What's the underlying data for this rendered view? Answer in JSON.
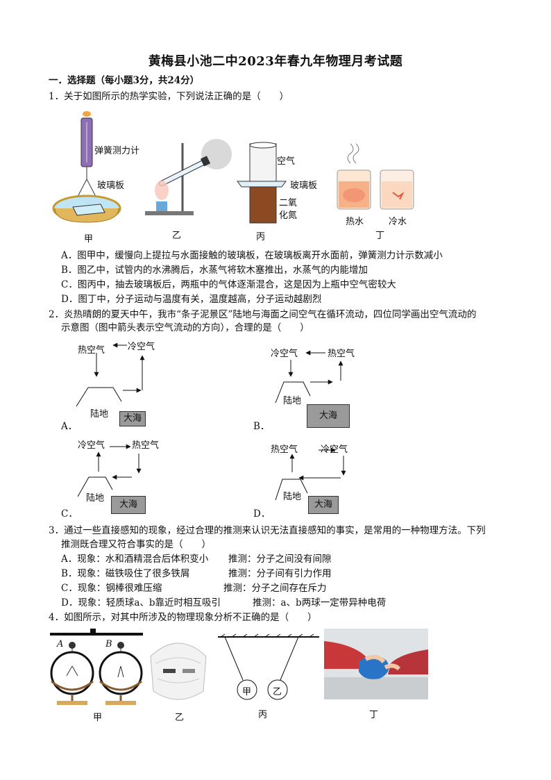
{
  "title": "黄梅县小池二中2023年春九年物理月考试题",
  "section1": "一．选择题（每小题3分，共24分）",
  "q1": {
    "stem": "1．关于如图所示的热学实验，下列说法正确的是（　　）",
    "fig_labels": {
      "jia": "甲",
      "yi": "乙",
      "bing": "丙",
      "ding": "丁",
      "spring_scale": "弹簧测力计",
      "glass_plate1": "玻璃板",
      "air": "空气",
      "glass_plate2": "玻璃板",
      "no2_1": "二氧",
      "no2_2": "化氮",
      "hot_water": "热水",
      "cold_water": "冷水"
    },
    "options": [
      "A．图甲中，缓慢向上提拉与水面接触的玻璃板，在玻璃板离开水面前，弹簧测力计示数减小",
      "B．图乙中，试管内的水沸腾后，水蒸气将软木塞推出，水蒸气的内能增加",
      "C．图丙中，抽去玻璃板后，两瓶中的气体逐渐混合，这是因为上瓶中空气密较大",
      "D．图丁中，分子运动与温度有关，温度越高，分子运动越剧烈"
    ]
  },
  "q2": {
    "stem1": "2．炎热晴朗的夏天中午，我市“条子泥景区”陆地与海面之间空气在循环流动，四位同学画出空气流动的",
    "stem2": "示意图（图中箭头表示空气流动的方向），合理的是（　　）",
    "diagrams": [
      {
        "letter": "A．",
        "left_air": "热空气",
        "right_air": "冷空气",
        "land": "陆地",
        "sea": "大海"
      },
      {
        "letter": "B．",
        "left_air": "冷空气",
        "right_air": "热空气",
        "land": "陆地",
        "sea": "大海"
      },
      {
        "letter": "C．",
        "left_air": "冷空气",
        "right_air": "热空气",
        "land": "陆地",
        "sea": "大海"
      },
      {
        "letter": "D．",
        "left_air": "热空气",
        "right_air": "冷空气",
        "land": "陆地",
        "sea": "大海"
      }
    ]
  },
  "q3": {
    "stem1": "3．通过一些直接感知的现象，经过合理的推测来认识无法直接感知的事实，是常用的一种物理方法。下列",
    "stem2": "推测既合理又符合事实的是（　　）",
    "options": [
      {
        "phen": "A．现象：水和酒精混合后体积变小",
        "inf": "推测：分子之间没有间隙"
      },
      {
        "phen": "B．现象：磁铁吸住了很多铁屑",
        "inf": "推测：分子间有引力作用"
      },
      {
        "phen": "C．现象：钢棒很难压缩",
        "inf": "推测：分子之间存在斥力"
      },
      {
        "phen": "D．现象：轻质球a、b靠近时相互吸引",
        "inf": "推测：a、b两球一定带异种电荷"
      }
    ]
  },
  "q4": {
    "stem": "4．如图所示，对其中所涉及的物理现象分析不正确的是（　　）",
    "fig_labels": {
      "jia": "甲",
      "yi": "乙",
      "bing": "丙",
      "ding": "丁",
      "A": "A",
      "B": "B",
      "ball_jia": "甲",
      "ball_yi": "乙"
    }
  }
}
